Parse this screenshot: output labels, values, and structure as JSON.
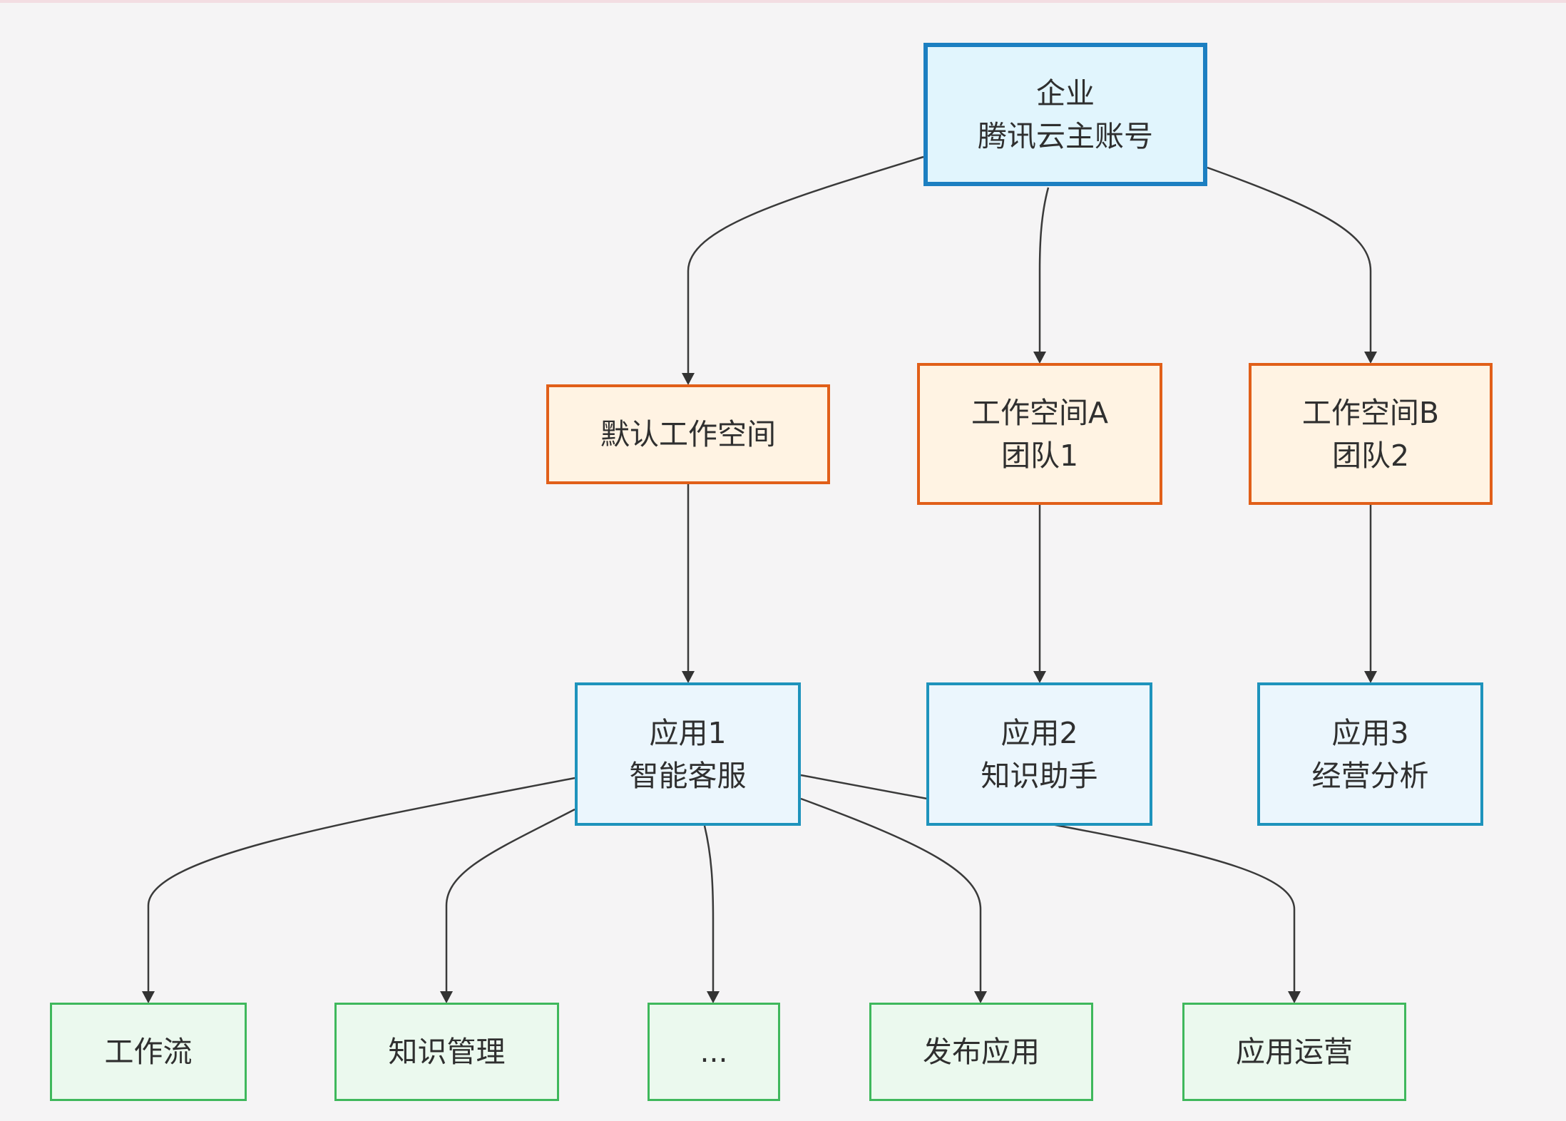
{
  "colors": {
    "background": "#f5f4f5",
    "root_fill": "#e1f5fd",
    "root_border": "#1c7fc1",
    "workspace_fill": "#fff3e3",
    "workspace_border": "#e15f19",
    "app_fill": "#ebf6fd",
    "app_border": "#1e93bc",
    "feature_fill": "#ebf9ee",
    "feature_border": "#3fb85c",
    "edge": "#3a3a3a"
  },
  "nodes": {
    "root": {
      "line1": "企业",
      "line2": "腾讯云主账号"
    },
    "default_workspace": {
      "line1": "默认工作空间"
    },
    "workspace_a": {
      "line1": "工作空间A",
      "line2": "团队1"
    },
    "workspace_b": {
      "line1": "工作空间B",
      "line2": "团队2"
    },
    "app1": {
      "line1": "应用1",
      "line2": "智能客服"
    },
    "app2": {
      "line1": "应用2",
      "line2": "知识助手"
    },
    "app3": {
      "line1": "应用3",
      "line2": "经营分析"
    },
    "workflow": {
      "line1": "工作流"
    },
    "knowledge_mgmt": {
      "line1": "知识管理"
    },
    "ellipsis": {
      "line1": "..."
    },
    "publish_app": {
      "line1": "发布应用"
    },
    "app_operation": {
      "line1": "应用运营"
    }
  },
  "edges": [
    {
      "from": "root",
      "to": "default_workspace"
    },
    {
      "from": "root",
      "to": "workspace_a"
    },
    {
      "from": "root",
      "to": "workspace_b"
    },
    {
      "from": "default_workspace",
      "to": "app1"
    },
    {
      "from": "workspace_a",
      "to": "app2"
    },
    {
      "from": "workspace_b",
      "to": "app3"
    },
    {
      "from": "app1",
      "to": "workflow"
    },
    {
      "from": "app1",
      "to": "knowledge_mgmt"
    },
    {
      "from": "app1",
      "to": "ellipsis"
    },
    {
      "from": "app1",
      "to": "publish_app"
    },
    {
      "from": "app1",
      "to": "app_operation"
    }
  ]
}
